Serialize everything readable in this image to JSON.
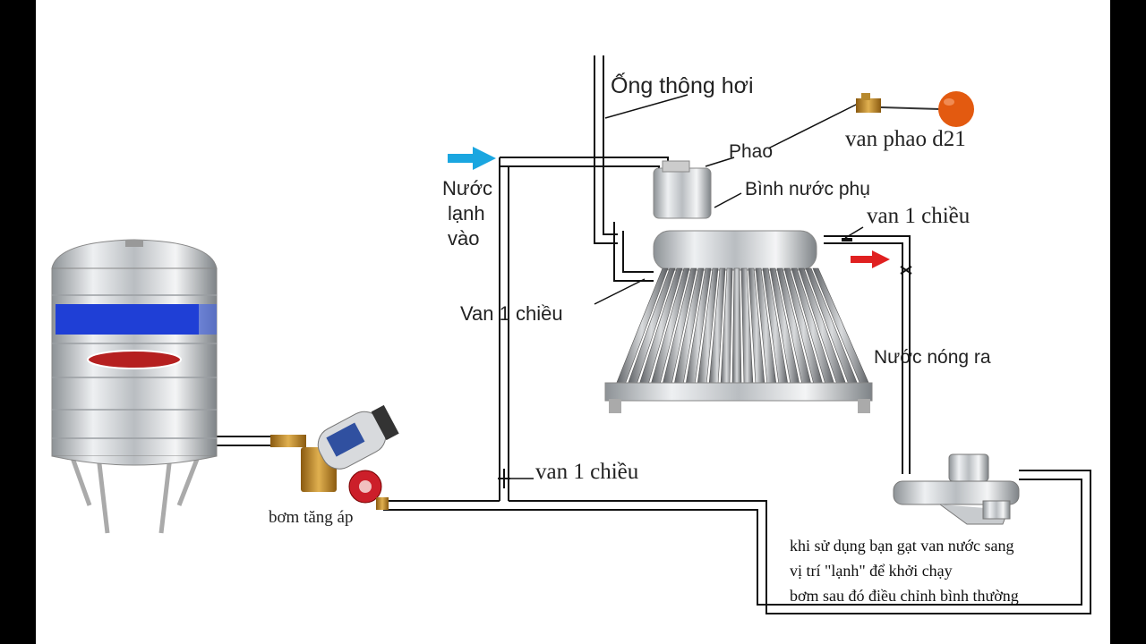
{
  "labels": {
    "vent_pipe": "Ống thông hơi",
    "float": "Phao",
    "float_valve": "van phao d21",
    "aux_tank": "Bình nước phụ",
    "check_valve_top": "van 1 chiều",
    "cold_in_line1": "Nước",
    "cold_in_line2": "lạnh",
    "cold_in_line3": "vào",
    "check_valve_mid": "Van 1 chiều",
    "hot_out": "Nước nóng ra",
    "check_valve_bottom": "van 1 chiều",
    "booster_pump": "bơm tăng áp"
  },
  "note": {
    "line1": "khi sử dụng bạn gạt van nước sang",
    "line2": "vị trí \"lạnh\" để khởi chạy",
    "line3": "bơm sau đó điều chỉnh bình thường"
  },
  "colors": {
    "cold_arrow": "#1aa6e0",
    "hot_arrow": "#e02020",
    "tank_band": "#1f3fd6",
    "float_ball": "#e35a10"
  }
}
